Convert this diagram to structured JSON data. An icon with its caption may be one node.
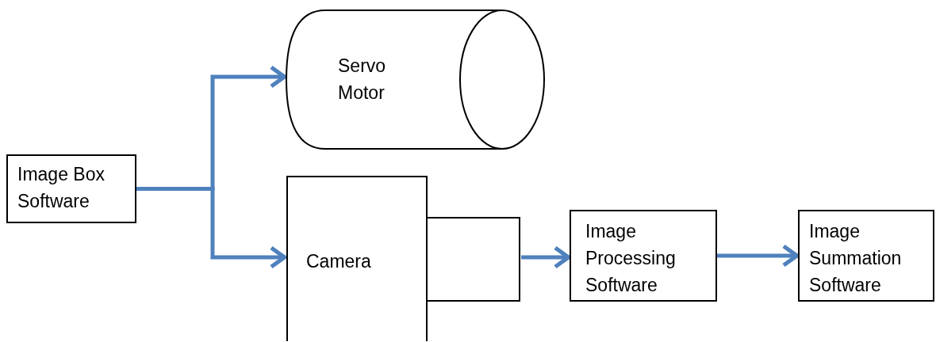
{
  "diagram": {
    "nodes": [
      {
        "text": [
          "Image Box Software"
        ]
      },
      {
        "text": [
          "Servo Motor"
        ]
      },
      {
        "text": [
          "Camera"
        ]
      },
      {
        "text": [
          "Image Processing Software"
        ]
      },
      {
        "text": [
          "Image Summation Software"
        ]
      }
    ],
    "edges": [
      {
        "from": 0,
        "to": 1,
        "arrow": "to"
      },
      {
        "from": 0,
        "to": 2,
        "arrow": "to"
      },
      {
        "from": 2,
        "to": 3,
        "arrow": "to"
      },
      {
        "from": 3,
        "to": 4,
        "arrow": "to"
      }
    ]
  }
}
